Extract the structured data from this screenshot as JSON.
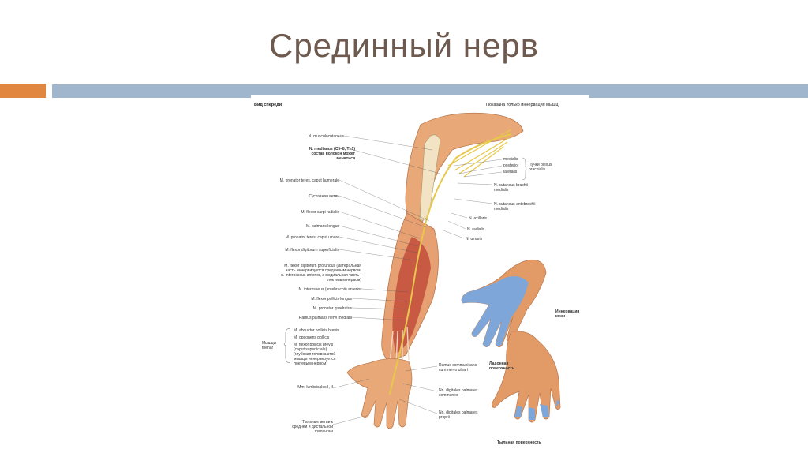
{
  "title": "Срединный нерв",
  "figure": {
    "view_label": "Вид спереди",
    "note_label": "Показана только иннервация мышц",
    "left_labels": [
      "N. musculocutaneus",
      "N. medianus (C5–8, Th1)",
      "состав волокон может",
      "меняться",
      "M. pronator teres, caput humerale",
      "Суставная ветвь",
      "M. flexor carpi radialis",
      "M. palmaris longus",
      "M. pronator teres, caput ulnare",
      "M. flexor digitorum superficialis",
      "M. flexor digitorum profundus (латеральная",
      "часть иннервируется срединным нервом,",
      "n. interosseus anterior, а медиальная часть -",
      "локтевым нервом)",
      "N. interosseus (antebrachii) anterior",
      "M. flexor pollicis longus",
      "M. pronator quadratus",
      "Ramus palmaris nervi mediani",
      "M. abductor pollicis brevis",
      "M. opponens pollicis",
      "M. flexor pollicis brevis",
      "(caput superficiale)",
      "(глубокая головка этой",
      "мышцы иннервируется",
      "локтевым нервом)",
      "Mm. lumbricales I, II",
      "Тыльные ветви к",
      "средней и дистальной",
      "фалангам"
    ],
    "thenar_group": [
      "Мышцы",
      "thenar"
    ],
    "right_labels": [
      "medialis",
      "posterior",
      "lateralis",
      "N. cutaneus brachii",
      "medialis",
      "N. cutaneus antebrachii",
      "medialis",
      "N. axillaris",
      "N. radialis",
      "N. ulnaris"
    ],
    "plexus_label": [
      "Пучки plexus",
      "brachialis"
    ],
    "hand_labels": [
      "Ramus communicans",
      "cum nervo ulnari",
      "Nn. digitales palmares",
      "communes",
      "Nn. digitales palmares",
      "proprii"
    ],
    "legend": [
      "Иннервация",
      "кожи"
    ],
    "palmar_label": [
      "Ладонная",
      "поверхность"
    ],
    "dorsal_label": "Тыльная поверхность"
  },
  "colors": {
    "title": "#6e5a4e",
    "accent_orange": "#e0863f",
    "accent_blue": "#9fb6cd",
    "skin": "#e8a070",
    "muscle": "#c0503e",
    "nerve": "#e8c84a",
    "innervation": "#7fa6d8"
  }
}
